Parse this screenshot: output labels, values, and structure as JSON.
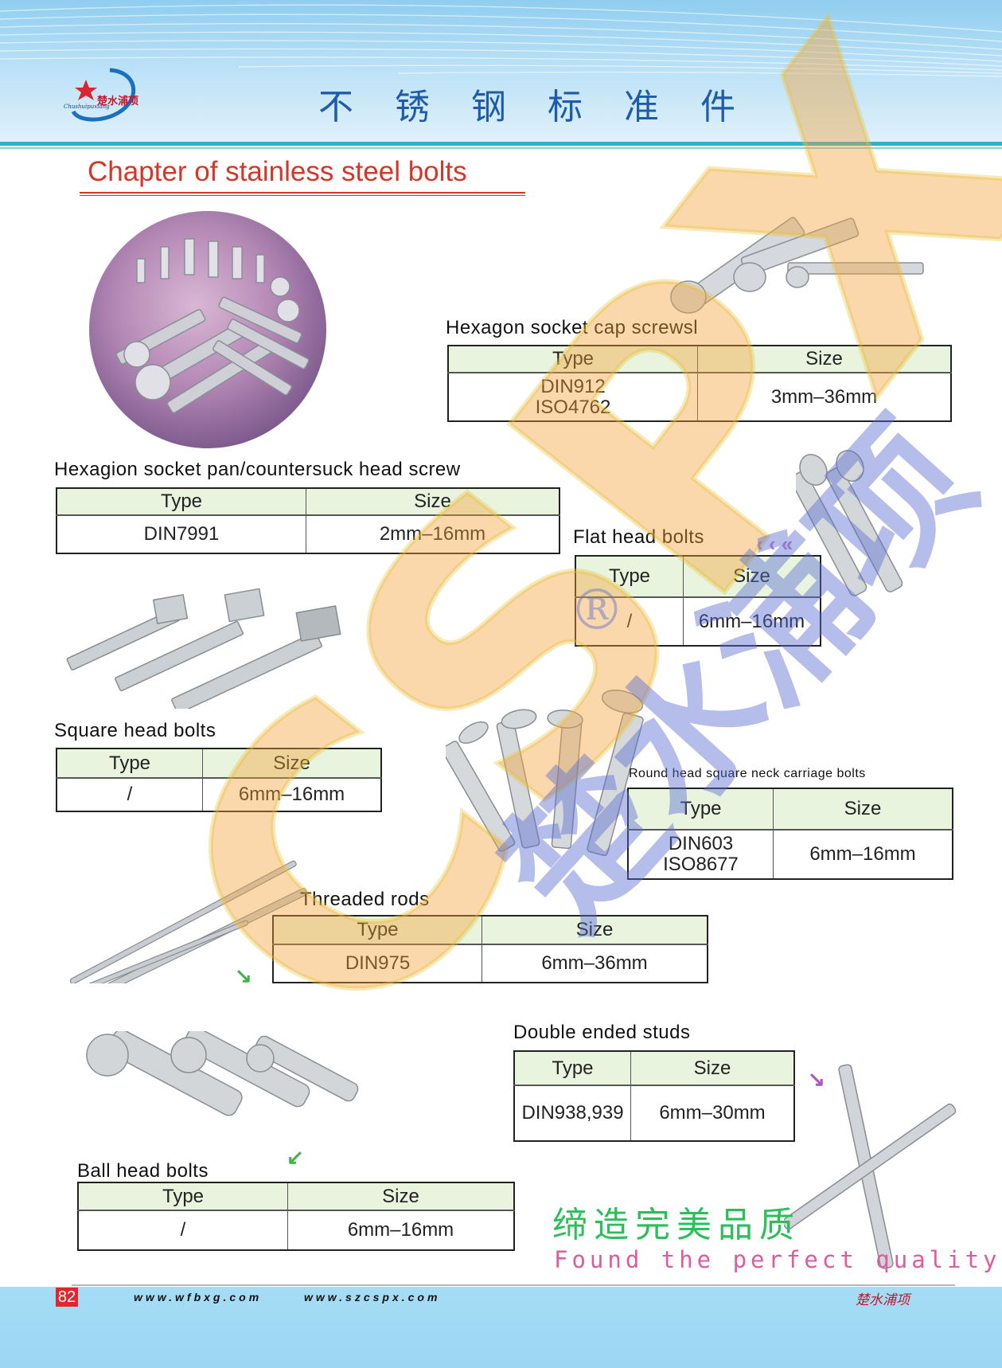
{
  "header": {
    "brand_cn": "楚水浦项",
    "brand_en": "Chushuipuxiang",
    "page_title_cn": "不锈钢标准件",
    "chapter_title": "Chapter of stainless steel bolts"
  },
  "tables": {
    "hex_cap": {
      "title": "Hexagon socket cap screwsl",
      "headers": [
        "Type",
        "Size"
      ],
      "type_line1": "DIN912",
      "type_line2": "ISO4762",
      "size": "3mm–36mm"
    },
    "pan_countersunk": {
      "title": "Hexagion socket pan/countersuck head screw",
      "headers": [
        "Type",
        "Size"
      ],
      "type": "DIN7991",
      "size": "2mm–16mm"
    },
    "flat_head": {
      "title": "Flat head bolts",
      "headers": [
        "Type",
        "Size"
      ],
      "type": "/",
      "size": "6mm–16mm"
    },
    "square_head": {
      "title": "Square head bolts",
      "headers": [
        "Type",
        "Size"
      ],
      "type": "/",
      "size": "6mm–16mm"
    },
    "carriage": {
      "title": "Round head square neck carriage bolts",
      "headers": [
        "Type",
        "Size"
      ],
      "type_line1": "DIN603",
      "type_line2": "ISO8677",
      "size": "6mm–16mm"
    },
    "threaded_rods": {
      "title": "Threaded rods",
      "headers": [
        "Type",
        "Size"
      ],
      "type": "DIN975",
      "size": "6mm–36mm"
    },
    "double_studs": {
      "title": "Double ended studs",
      "headers": [
        "Type",
        "Size"
      ],
      "type": "DIN938,939",
      "size": "6mm–30mm"
    },
    "ball_head": {
      "title": "Ball head bolts",
      "headers": [
        "Type",
        "Size"
      ],
      "type": "/",
      "size": "6mm–16mm"
    }
  },
  "slogan": {
    "cn": "缔造完美品质",
    "en": "Found the perfect quality"
  },
  "watermark": {
    "latin": "CSPX",
    "cn": "楚水浦项",
    "reg": "®"
  },
  "footer": {
    "page_number": "82",
    "url1": "www.wfbxg.com",
    "url2": "www.szcspx.com",
    "brand": "楚水浦项"
  }
}
